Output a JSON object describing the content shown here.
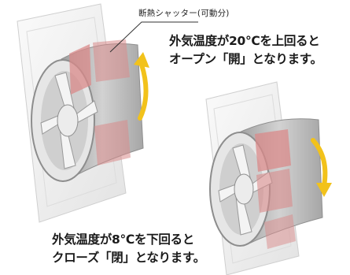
{
  "callout": {
    "label": "断熱シャッター(可動分)"
  },
  "captions": {
    "open": {
      "line1": "外気温度が20℃を上回ると",
      "line2": "オープン「開」となります。"
    },
    "close": {
      "line1": "外気温度が8℃を下回ると",
      "line2": "クローズ「閉」となります。"
    }
  },
  "colors": {
    "shutter": "#d98a8a",
    "arrow": "#f2c21b",
    "plate": "#f2f2f2",
    "duct": "#bcbcbc"
  },
  "icons": {
    "open_fan": "ventilation-fan-open-illustration",
    "close_fan": "ventilation-fan-closed-illustration",
    "open_arrow": "rotate-counterclockwise-arrow-icon",
    "close_arrow": "rotate-clockwise-arrow-icon"
  }
}
